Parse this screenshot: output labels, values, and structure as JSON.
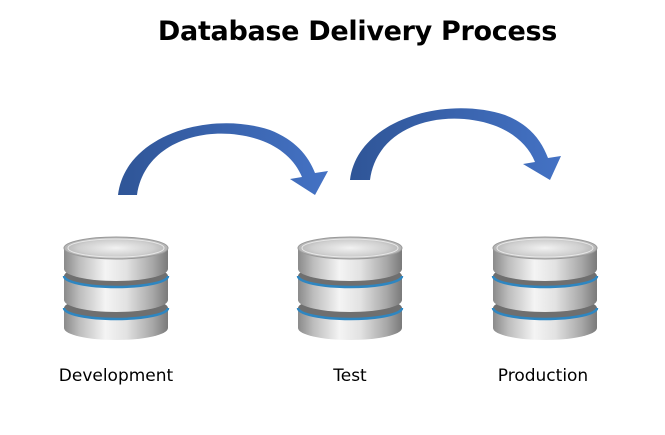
{
  "title": "Database Delivery Process",
  "stages": [
    {
      "label": "Development",
      "icon": "database-icon"
    },
    {
      "label": "Test",
      "icon": "database-icon"
    },
    {
      "label": "Production",
      "icon": "database-icon"
    }
  ],
  "arrows": [
    {
      "from": "Development",
      "to": "Test",
      "icon": "curved-arrow-icon"
    },
    {
      "from": "Test",
      "to": "Production",
      "icon": "curved-arrow-icon"
    }
  ],
  "colors": {
    "arrow": "#4472C4",
    "arrow_dark": "#2F5597",
    "disk_band": "#2E86C1",
    "disk_silver": "#C8C8C8"
  }
}
